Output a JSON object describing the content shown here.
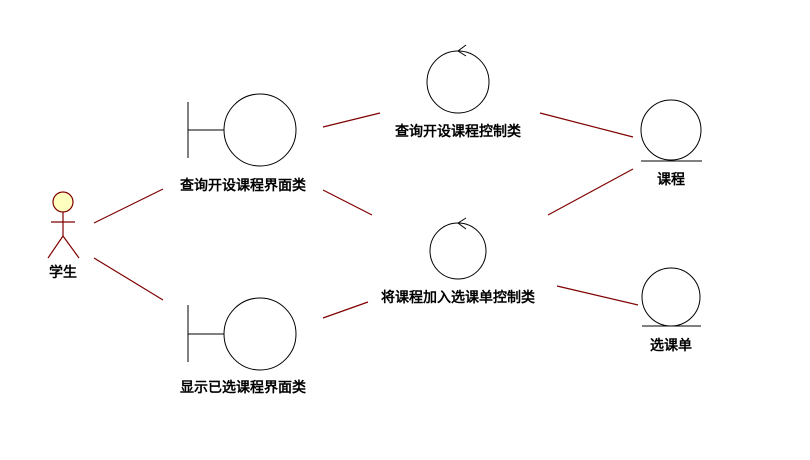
{
  "diagram": {
    "type": "robustness-diagram",
    "colors": {
      "association": "#800000",
      "actor_fill": "#ffffc0",
      "actor_stroke": "#800000"
    },
    "actor": {
      "label": "学生"
    },
    "boundaries": [
      {
        "label": "查询开设课程界面类"
      },
      {
        "label": "显示已选课程界面类"
      }
    ],
    "controls": [
      {
        "label": "查询开设课程控制类"
      },
      {
        "label": "将课程加入选课单控制类"
      }
    ],
    "entities": [
      {
        "label": "课程"
      },
      {
        "label": "选课单"
      }
    ],
    "associations": [
      [
        "学生",
        "查询开设课程界面类"
      ],
      [
        "学生",
        "显示已选课程界面类"
      ],
      [
        "查询开设课程界面类",
        "查询开设课程控制类"
      ],
      [
        "查询开设课程界面类",
        "将课程加入选课单控制类"
      ],
      [
        "显示已选课程界面类",
        "将课程加入选课单控制类"
      ],
      [
        "查询开设课程控制类",
        "课程"
      ],
      [
        "将课程加入选课单控制类",
        "课程"
      ],
      [
        "将课程加入选课单控制类",
        "选课单"
      ]
    ]
  }
}
